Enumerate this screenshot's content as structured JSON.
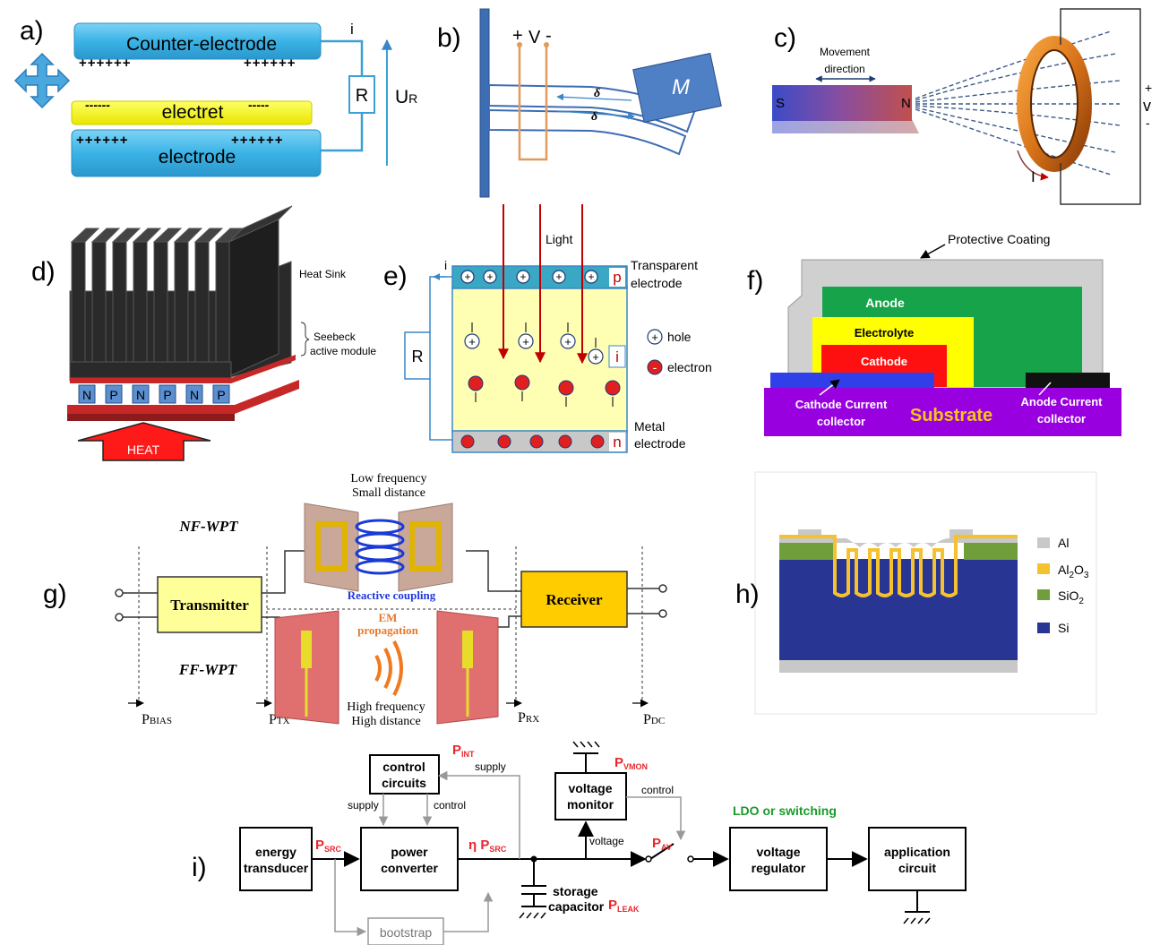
{
  "panels": {
    "a": {
      "letter": "a)",
      "counter": "Counter-electrode",
      "electret": "electret",
      "electrode": "electrode",
      "plus_top_left": "++++++",
      "plus_top_right": "++++++",
      "minus_left": "------",
      "minus_right": "-----",
      "plus_bot_left": "++++++",
      "plus_bot_right": "++++++",
      "current": "i",
      "resistor": "R",
      "voltage": "U",
      "voltage_sub": "R"
    },
    "b": {
      "letter": "b)",
      "plus": "+",
      "v": "V",
      "minus": "-",
      "mass": "M",
      "delta1": "δ",
      "delta2": "δ"
    },
    "c": {
      "letter": "c)",
      "movement": "Movement",
      "direction": "direction",
      "s": "S",
      "n": "N",
      "plus": "+",
      "v": "v",
      "minus": "-",
      "current": "I"
    },
    "d": {
      "letter": "d)",
      "heat_sink": "Heat Sink",
      "seebeck1": "Seebeck",
      "seebeck2": "active module",
      "heat": "HEAT",
      "cells": [
        "N",
        "P",
        "N",
        "P",
        "N",
        "P"
      ]
    },
    "e": {
      "letter": "e)",
      "light": "Light",
      "current": "i",
      "resistor": "R",
      "p": "p",
      "n": "n",
      "i_region": "i",
      "transparent1": "Transparent",
      "transparent2": "electrode",
      "metal1": "Metal",
      "metal2": "electrode",
      "hole": "hole",
      "electron": "electron",
      "hole_sym": "+",
      "electron_sym": "-"
    },
    "f": {
      "letter": "f)",
      "protective": "Protective Coating",
      "anode": "Anode",
      "electrolyte": "Electrolyte",
      "cathode": "Cathode",
      "cathode_cc1": "Cathode Current",
      "cathode_cc2": "collector",
      "substrate": "Substrate",
      "anode_cc1": "Anode Current",
      "anode_cc2": "collector"
    },
    "g": {
      "letter": "g)",
      "low1": "Low frequency",
      "low2": "Small distance",
      "nf": "NF-WPT",
      "ff": "FF-WPT",
      "transmitter": "Transmitter",
      "receiver": "Receiver",
      "reactive": "Reactive coupling",
      "em1": "EM",
      "em2": "propagation",
      "high1": "High frequency",
      "high2": "High distance",
      "p": "P",
      "bias": "BIAS",
      "tx": "TX",
      "rx": "RX",
      "dc": "DC"
    },
    "h": {
      "letter": "h)",
      "legend": [
        {
          "label": "Al",
          "sub": "",
          "label2": "",
          "sub2": "",
          "color": "#c8c8c8"
        },
        {
          "label": "Al",
          "sub": "2",
          "label2": "O",
          "sub2": "3",
          "color": "#f5c12e"
        },
        {
          "label": "SiO",
          "sub": "2",
          "label2": "",
          "sub2": "",
          "color": "#6f9e3a"
        },
        {
          "label": "Si",
          "sub": "",
          "label2": "",
          "sub2": "",
          "color": "#283593"
        }
      ]
    },
    "i": {
      "letter": "i)",
      "energy1": "energy",
      "energy2": "transducer",
      "power1": "power",
      "power2": "converter",
      "control1": "control",
      "control2": "circuits",
      "voltmon1": "voltage",
      "voltmon2": "monitor",
      "regulator1": "voltage",
      "regulator2": "regulator",
      "app1": "application",
      "app2": "circuit",
      "bootstrap": "bootstrap",
      "storage": "storage",
      "capacitor": "capacitor",
      "supply_top": "supply",
      "supply_left": "supply",
      "control_lbl": "control",
      "control_right": "control",
      "voltage_lbl": "voltage",
      "ldo": "LDO or switching",
      "p": "P",
      "src": "SRC",
      "eta": "η P",
      "int": "INT",
      "vmon": "VMON",
      "av": "AV",
      "leak": "LEAK",
      "accent": "#e8272d",
      "ldo_color": "#1a9a2a"
    }
  }
}
